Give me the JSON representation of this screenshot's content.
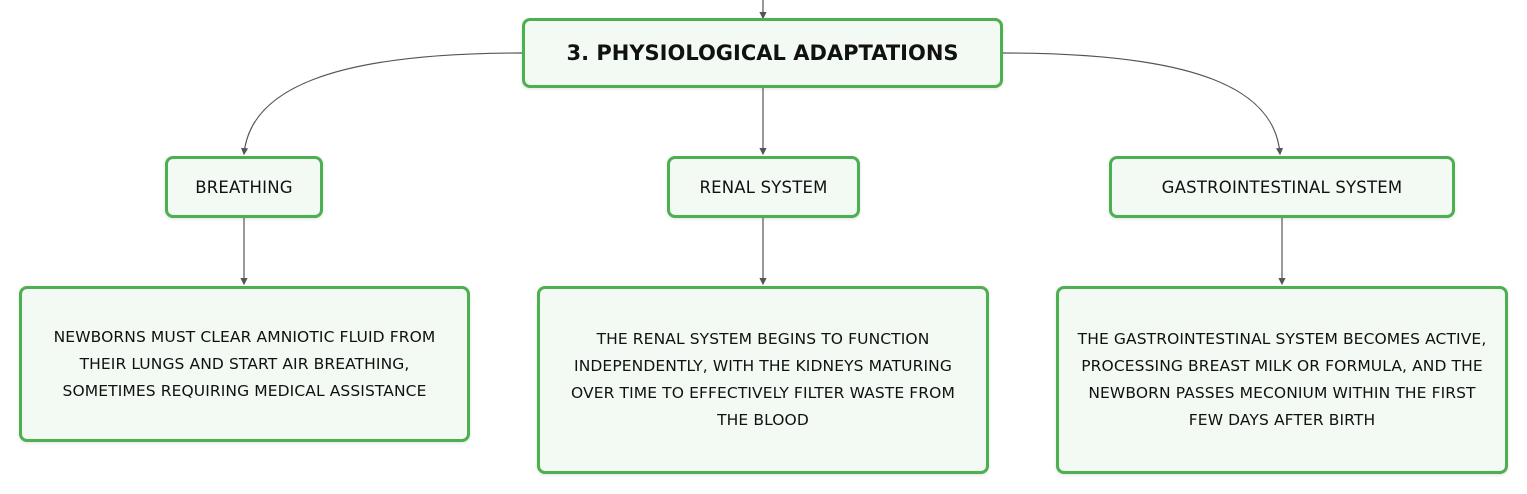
{
  "diagram": {
    "root": {
      "label": "3. PHYSIOLOGICAL ADAPTATIONS"
    },
    "branches": [
      {
        "label": "BREATHING",
        "detail": "NEWBORNS MUST CLEAR AMNIOTIC FLUID FROM THEIR LUNGS AND START AIR BREATHING, SOMETIMES REQUIRING MEDICAL ASSISTANCE"
      },
      {
        "label": "RENAL SYSTEM",
        "detail": "THE RENAL SYSTEM BEGINS TO FUNCTION INDEPENDENTLY, WITH THE KIDNEYS MATURING OVER TIME TO EFFECTIVELY FILTER WASTE FROM THE BLOOD"
      },
      {
        "label": "GASTROINTESTINAL SYSTEM",
        "detail": "THE GASTROINTESTINAL SYSTEM BECOMES ACTIVE, PROCESSING BREAST MILK OR FORMULA, AND THE NEWBORN PASSES MECONIUM WITHIN THE FIRST FEW DAYS AFTER BIRTH"
      }
    ],
    "colors": {
      "node_border": "#4caf50",
      "node_fill": "#f3faf3",
      "connector": "#555555"
    }
  }
}
